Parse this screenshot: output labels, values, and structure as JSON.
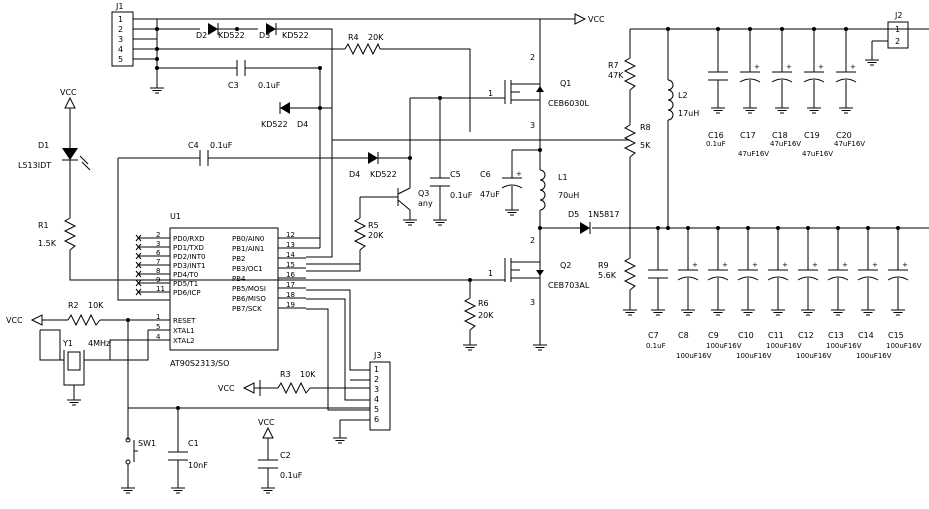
{
  "title": "",
  "supply": {
    "vcc": "VCC"
  },
  "labels": {
    "j1": "J1",
    "j1_pins": [
      "1",
      "2",
      "3",
      "4",
      "5"
    ],
    "j2": "J2",
    "j2_pins": [
      "1",
      "2"
    ],
    "j3": "J3",
    "j3_pins": [
      "1",
      "2",
      "3",
      "4",
      "5",
      "6"
    ],
    "d1": "D1",
    "d1_val": "L513IDT",
    "d2": "D2",
    "d2_val": "KD522",
    "d3": "D3",
    "d3_val": "KD522",
    "d4a": "D4",
    "d4a_val": "KD522",
    "d4b": "D4",
    "d4b_val": "KD522",
    "d5": "D5",
    "d5_val": "1N5817",
    "r1": "R1",
    "r1_val": "1.5K",
    "r2": "R2",
    "r2_val": "10K",
    "r3": "R3",
    "r3_val": "10K",
    "r4": "R4",
    "r4_val": "20K",
    "r5": "R5",
    "r5_val": "20K",
    "r6": "R6",
    "r6_val": "20K",
    "r7": "R7",
    "r7_val": "47K",
    "r8": "R8",
    "r8_val": "5K",
    "r9": "R9",
    "r9_val": "5.6K",
    "c1": "C1",
    "c1_val": "10nF",
    "c2": "C2",
    "c2_val": "0.1uF",
    "c3": "C3",
    "c3_val": "0.1uF",
    "c4": "C4",
    "c4_val": "0.1uF",
    "c5": "C5",
    "c5_val": "0.1uF",
    "c6": "C6",
    "c6_val": "47uF",
    "l1": "L1",
    "l1_val": "70uH",
    "l2": "L2",
    "l2_val": "17uH",
    "q1": "Q1",
    "q1_val": "CEB6030L",
    "q2": "Q2",
    "q2_val": "CEB703AL",
    "q3": "Q3",
    "q3_val": "any",
    "y1": "Y1",
    "y1_val": "4MHz",
    "sw1": "SW1",
    "u1": "U1",
    "u1_part": "AT90S2313/SO"
  },
  "cap_bank_top": {
    "names": [
      "C16",
      "C17",
      "C18",
      "C19",
      "C20"
    ],
    "values": [
      "0.1uF",
      "47uF16V",
      "47uF16V",
      "47uF16V",
      "47uF16V"
    ]
  },
  "cap_bank_bottom": {
    "names": [
      "C7",
      "C8",
      "C9",
      "C10",
      "C11",
      "C12",
      "C13",
      "C14",
      "C15"
    ],
    "values": [
      "0.1uF",
      "100uF16V",
      "100uF16V",
      "100uF16V",
      "100uF16V",
      "100uF16V",
      "100uF16V",
      "100uF16V",
      "100uF16V"
    ]
  },
  "mcu_left_pins": [
    {
      "num": "2",
      "name": "PD0/RXD"
    },
    {
      "num": "3",
      "name": "PD1/TXD"
    },
    {
      "num": "6",
      "name": "PD2/INT0"
    },
    {
      "num": "7",
      "name": "PD3/INT1"
    },
    {
      "num": "8",
      "name": "PD4/T0"
    },
    {
      "num": "9",
      "name": "PD5/T1"
    },
    {
      "num": "11",
      "name": "PD6/ICP"
    }
  ],
  "mcu_ctrl_pins": [
    {
      "num": "1",
      "name": "RESET"
    },
    {
      "num": "5",
      "name": "XTAL1"
    },
    {
      "num": "4",
      "name": "XTAL2"
    }
  ],
  "mcu_right_pins": [
    {
      "num": "12",
      "name": "PB0/AIN0"
    },
    {
      "num": "13",
      "name": "PB1/AIN1"
    },
    {
      "num": "14",
      "name": "PB2"
    },
    {
      "num": "15",
      "name": "PB3/OC1"
    },
    {
      "num": "16",
      "name": "PB4"
    },
    {
      "num": "17",
      "name": "PB5/MOSI"
    },
    {
      "num": "18",
      "name": "PB6/MISO"
    },
    {
      "num": "19",
      "name": "PB7/SCK"
    }
  ],
  "mosfet_pins": {
    "gate": "1",
    "drain": "2",
    "source": "3"
  }
}
